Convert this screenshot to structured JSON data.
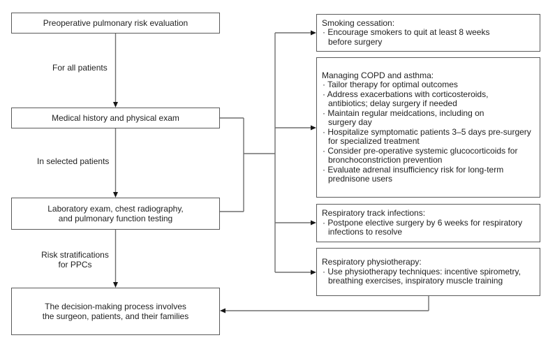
{
  "left_column": {
    "boxes": [
      {
        "text": "Preoperative pulmonary risk evaluation"
      },
      {
        "text": "Medical history and physical exam"
      },
      {
        "text": "Laboratory exam, chest radiography,\nand pulmonary function testing"
      },
      {
        "text": "The decision-making process involves\nthe surgeon, patients, and their families"
      }
    ],
    "stage_labels": [
      {
        "text": "For all patients"
      },
      {
        "text": "In selected patients"
      },
      {
        "text": "Risk stratifications\nfor PPCs"
      }
    ]
  },
  "right_column": {
    "boxes": [
      {
        "title": "Smoking cessation:",
        "bullets": [
          "· Encourage smokers to quit at least 8 weeks\nbefore surgery"
        ]
      },
      {
        "title": "Managing COPD and asthma:",
        "bullets": [
          "· Tailor therapy for optimal outcomes",
          "· Address exacerbations with corticosteroids,\nantibiotics; delay surgery if needed",
          "· Maintain regular meidcations, including on\nsurgery day",
          "· Hospitalize symptomatic patients 3–5 days pre-surgery\nfor specialized treatment",
          "· Consider pre-operative systemic glucocorticoids for\nbronchoconstriction prevention",
          "· Evaluate adrenal insufficiency risk for long-term\nprednisone users"
        ]
      },
      {
        "title": "Respiratory track infections:",
        "bullets": [
          "· Postpone elective surgery by 6 weeks for respiratory\ninfections to resolve"
        ]
      },
      {
        "title": "Respiratory physiotherapy:",
        "bullets": [
          "· Use physiotherapy techniques: incentive spirometry,\nbreathing exercises, inspiratory muscle training"
        ]
      }
    ]
  },
  "colors": {
    "line": "#6e6e6e",
    "border": "#5a5a5a",
    "text": "#212121",
    "arrowhead": "#161616",
    "background": "#ffffff"
  }
}
